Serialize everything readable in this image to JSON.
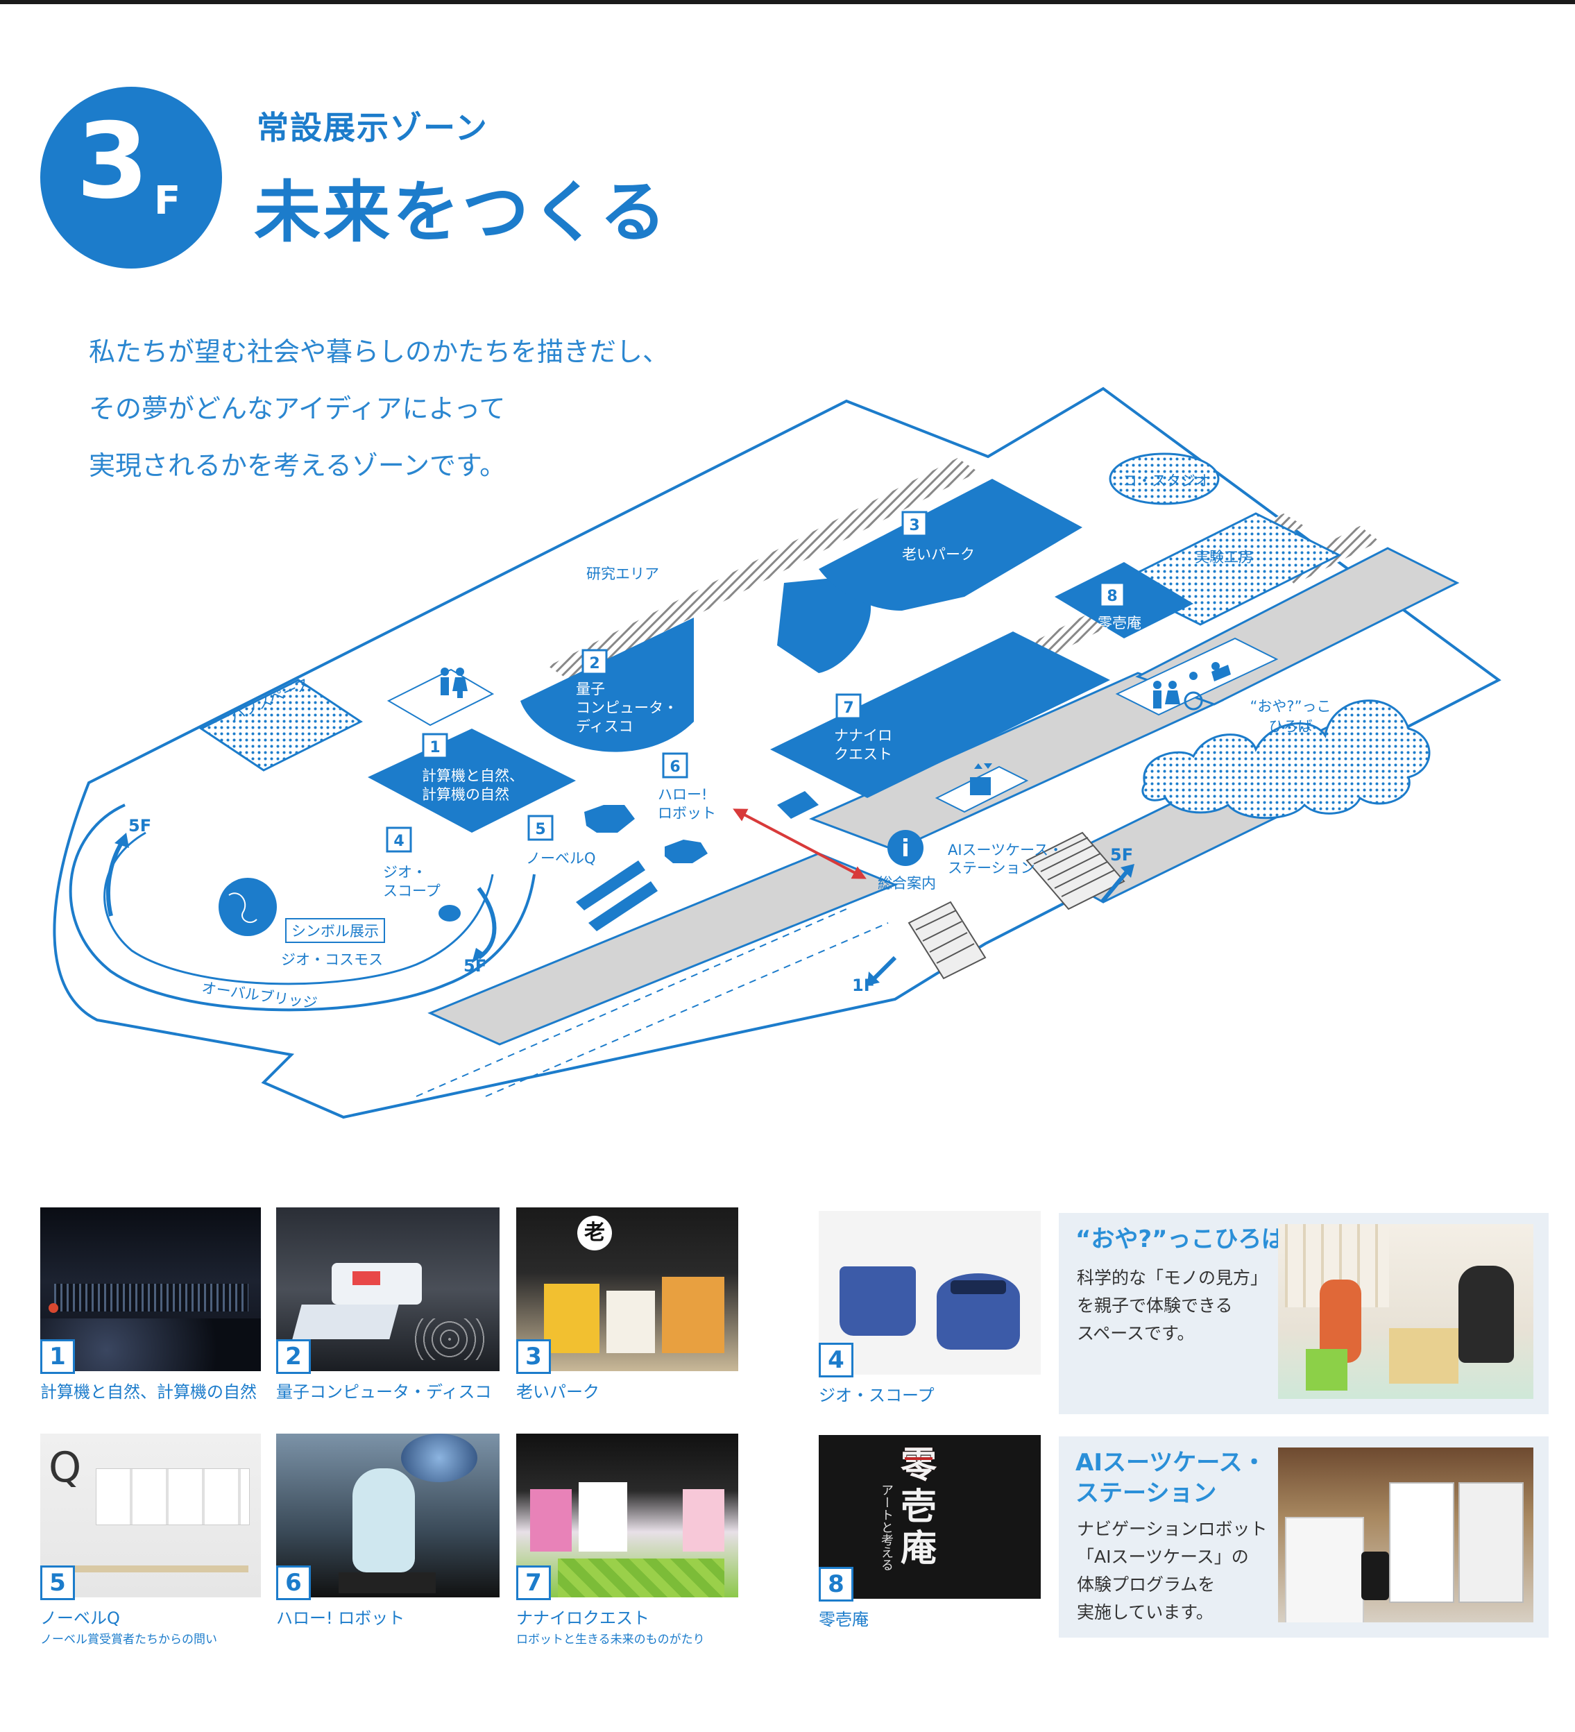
{
  "header": {
    "floor_number": "3",
    "floor_unit": "F",
    "zone_type": "常設展示ゾーン",
    "zone_title": "未来をつくる",
    "intro_lines": [
      "私たちが望む社会や暮らしのかたちを描きだし、",
      "その夢がどんなアイディアによって",
      "実現されるかを考えるゾーンです。"
    ]
  },
  "map": {
    "research_area": "研究エリア",
    "hub_space": "ハブスペース",
    "co_studio": "コ・スタジオ",
    "workshop": "実験工房",
    "oyakko_line1": "“おや?”っこ",
    "oyakko_line2": "ひろば",
    "symbol_label": "シンボル展示",
    "geo_cosmos": "ジオ・コスモス",
    "oval_bridge": "オーバルブリッジ",
    "info_label": "総合案内",
    "ai_suitcase_line1": "AIスーツケース・",
    "ai_suitcase_line2": "ステーション",
    "floor_5f": "5F",
    "floor_1f": "1F",
    "exhibits": [
      {
        "num": "1",
        "line1": "計算機と自然、",
        "line2": "計算機の自然",
        "line3": ""
      },
      {
        "num": "2",
        "line1": "量子",
        "line2": "コンピュータ・",
        "line3": "ディスコ"
      },
      {
        "num": "3",
        "line1": "老いパーク",
        "line2": "",
        "line3": ""
      },
      {
        "num": "4",
        "line1": "ジオ・",
        "line2": "スコープ",
        "line3": ""
      },
      {
        "num": "5",
        "line1": "ノーベルQ",
        "line2": "",
        "line3": ""
      },
      {
        "num": "6",
        "line1": "ハロー!",
        "line2": "ロボット",
        "line3": ""
      },
      {
        "num": "7",
        "line1": "ナナイロ",
        "line2": "クエスト",
        "line3": ""
      },
      {
        "num": "8",
        "line1": "零壱庵",
        "line2": "",
        "line3": ""
      }
    ]
  },
  "photos": [
    {
      "num": "1",
      "caption": "計算機と自然、計算機の自然",
      "sub": ""
    },
    {
      "num": "2",
      "caption": "量子コンピュータ・ディスコ",
      "sub": ""
    },
    {
      "num": "3",
      "caption": "老いパーク",
      "sub": ""
    },
    {
      "num": "4",
      "caption": "ジオ・スコープ",
      "sub": ""
    },
    {
      "num": "5",
      "caption": "ノーベルQ",
      "sub": "ノーベル賞受賞者たちからの問い"
    },
    {
      "num": "6",
      "caption": "ハロー! ロボット",
      "sub": ""
    },
    {
      "num": "7",
      "caption": "ナナイロクエスト",
      "sub": "ロボットと生きる未来のものがたり"
    },
    {
      "num": "8",
      "caption": "零壱庵",
      "sub": ""
    }
  ],
  "photo_art": {
    "oi_badge": "老",
    "zero_title_top": "零",
    "zero_title_mid": "壱",
    "zero_title_bot": "庵",
    "zero_vertical": "アートと考える",
    "nobel_letter": "Q"
  },
  "panels": {
    "oyakko": {
      "title": "“おや?”っこひろば",
      "lines": [
        "科学的な「モノの見方」",
        "を親子で体験できる",
        "スペースです。"
      ]
    },
    "ai_suitcase": {
      "title_line1": "AIスーツケース・",
      "title_line2": "ステーション",
      "lines": [
        "ナビゲーションロボット",
        "「AIスーツケース」の",
        "体験プログラムを",
        "実施しています。"
      ]
    }
  },
  "colors": {
    "brand_blue": "#1c7ccb",
    "floor_grey": "#d4d4d4",
    "panel_bg": "#e9eff5",
    "accent_red": "#d83a3a"
  }
}
